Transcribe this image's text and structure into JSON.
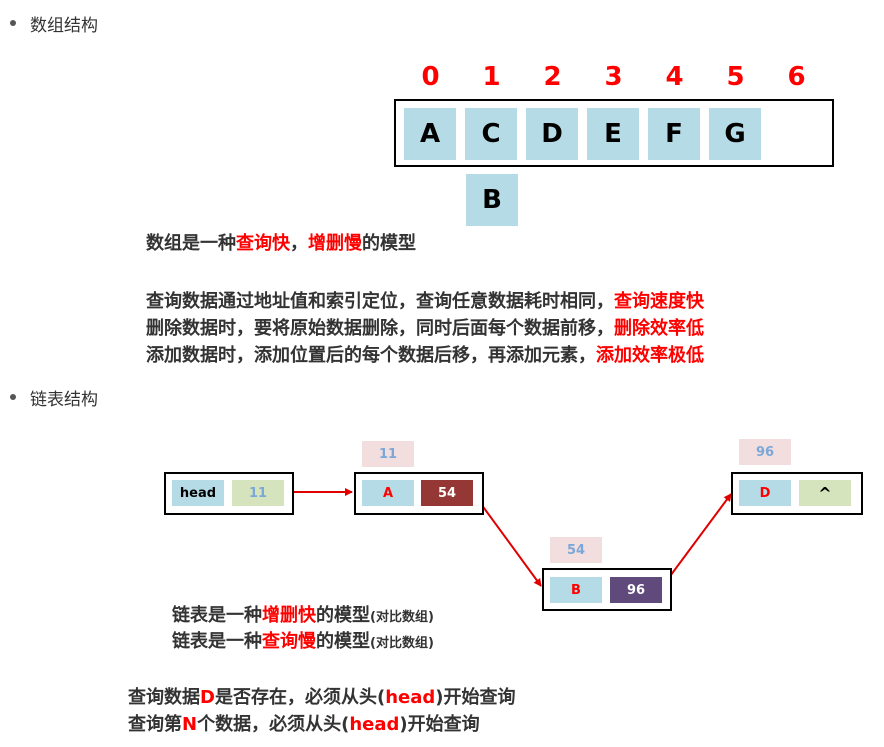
{
  "array_section": {
    "title": "数组结构",
    "indices": [
      "0",
      "1",
      "2",
      "3",
      "4",
      "5",
      "6"
    ],
    "cells": [
      "A",
      "C",
      "D",
      "E",
      "F",
      "G"
    ],
    "inserted": "B",
    "summary": {
      "pre": "数组是一种",
      "hl1": "查询快",
      "mid": "，",
      "hl2": "增删慢",
      "post": "的模型"
    },
    "lines": [
      {
        "text": "查询数据通过地址值和索引定位，查询任意数据耗时相同，",
        "hl": "查询速度快"
      },
      {
        "text": "删除数据时，要将原始数据删除，同时后面每个数据前移，",
        "hl": "删除效率低"
      },
      {
        "text": "添加数据时，添加位置后的每个数据后移，再添加元素，",
        "hl": "添加效率极低"
      }
    ]
  },
  "linked_section": {
    "title": "链表结构",
    "head_node": {
      "label": "head",
      "next": "11"
    },
    "node_a": {
      "addr": "11",
      "value": "A",
      "next": "54"
    },
    "node_b": {
      "addr": "54",
      "value": "B",
      "next": "96"
    },
    "node_d": {
      "addr": "96",
      "value": "D",
      "next": "^"
    },
    "desc1": {
      "pre": "链表是一种",
      "hl": "增删快",
      "post": "的模型",
      "note": "(对比数组)"
    },
    "desc2": {
      "pre": "链表是一种",
      "hl": "查询慢",
      "post": "的模型",
      "note": "(对比数组)"
    },
    "query1": {
      "p1": "查询数据",
      "hl1": "D",
      "p2": "是否存在，必须从头(",
      "hl2": "head",
      "p3": ")开始查询"
    },
    "query2": {
      "p1": "查询第",
      "hl1": "N",
      "p2": "个数据，必须从头(",
      "hl2": "head",
      "p3": ")开始查询"
    }
  },
  "colors": {
    "highlight": "#ff0000",
    "cell_blue": "#b5dbe6",
    "cell_green": "#d6e4bd",
    "ptr_dark_red": "#953735",
    "ptr_purple": "#604a7b",
    "addr_pink": "#f2dede",
    "addr_text": "#7ba7d9"
  }
}
